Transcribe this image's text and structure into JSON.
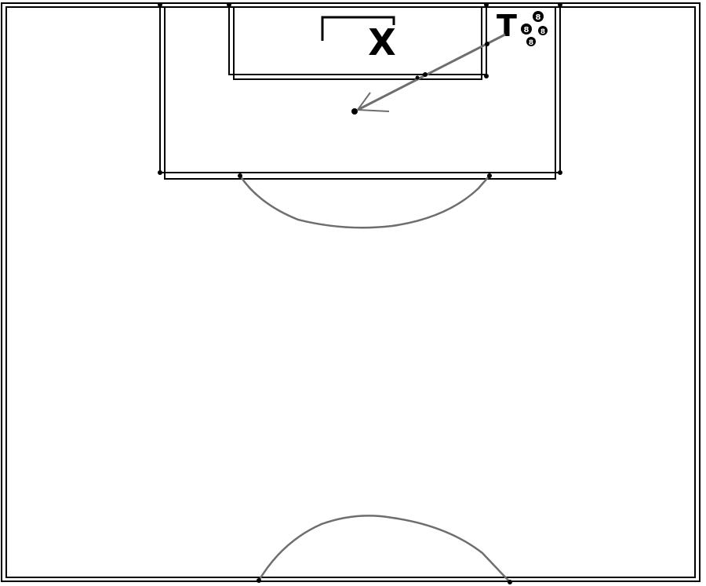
{
  "diagram": {
    "type": "soccer-drill-diagram",
    "view": "half-pitch",
    "markers": {
      "target_label": "X",
      "taker_label": "T"
    },
    "players": [
      {
        "label": "8"
      },
      {
        "label": "8"
      },
      {
        "label": "8"
      }
    ],
    "colors": {
      "background": "#ffffff",
      "lines": "#000000",
      "arcs": "#6e6e6e",
      "pass_line": "#6e6e6e",
      "players": "#000000"
    }
  }
}
